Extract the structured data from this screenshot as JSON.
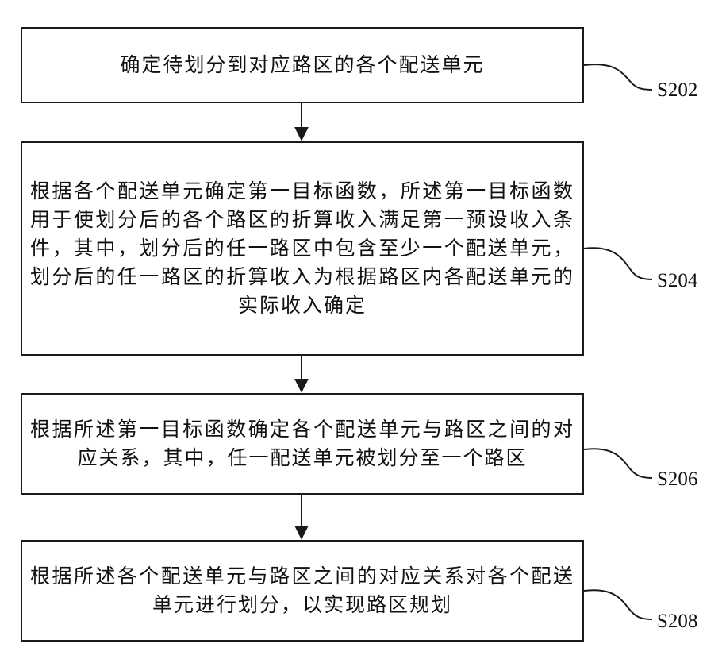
{
  "steps": [
    {
      "id": "S202",
      "label": "S202",
      "text": "确定待划分到对应路区的各个配送单元"
    },
    {
      "id": "S204",
      "label": "S204",
      "text": "根据各个配送单元确定第一目标函数，所述第一目标函数用于使划分后的各个路区的折算收入满足第一预设收入条件，其中，划分后的任一路区中包含至少一个配送单元，划分后的任一路区的折算收入为根据路区内各配送单元的实际收入确定"
    },
    {
      "id": "S206",
      "label": "S206",
      "text": "根据所述第一目标函数确定各个配送单元与路区之间的对应关系，其中，任一配送单元被划分至一个路区"
    },
    {
      "id": "S208",
      "label": "S208",
      "text": "根据所述各个配送单元与路区之间的对应关系对各个配送单元进行划分，以实现路区规划"
    }
  ]
}
